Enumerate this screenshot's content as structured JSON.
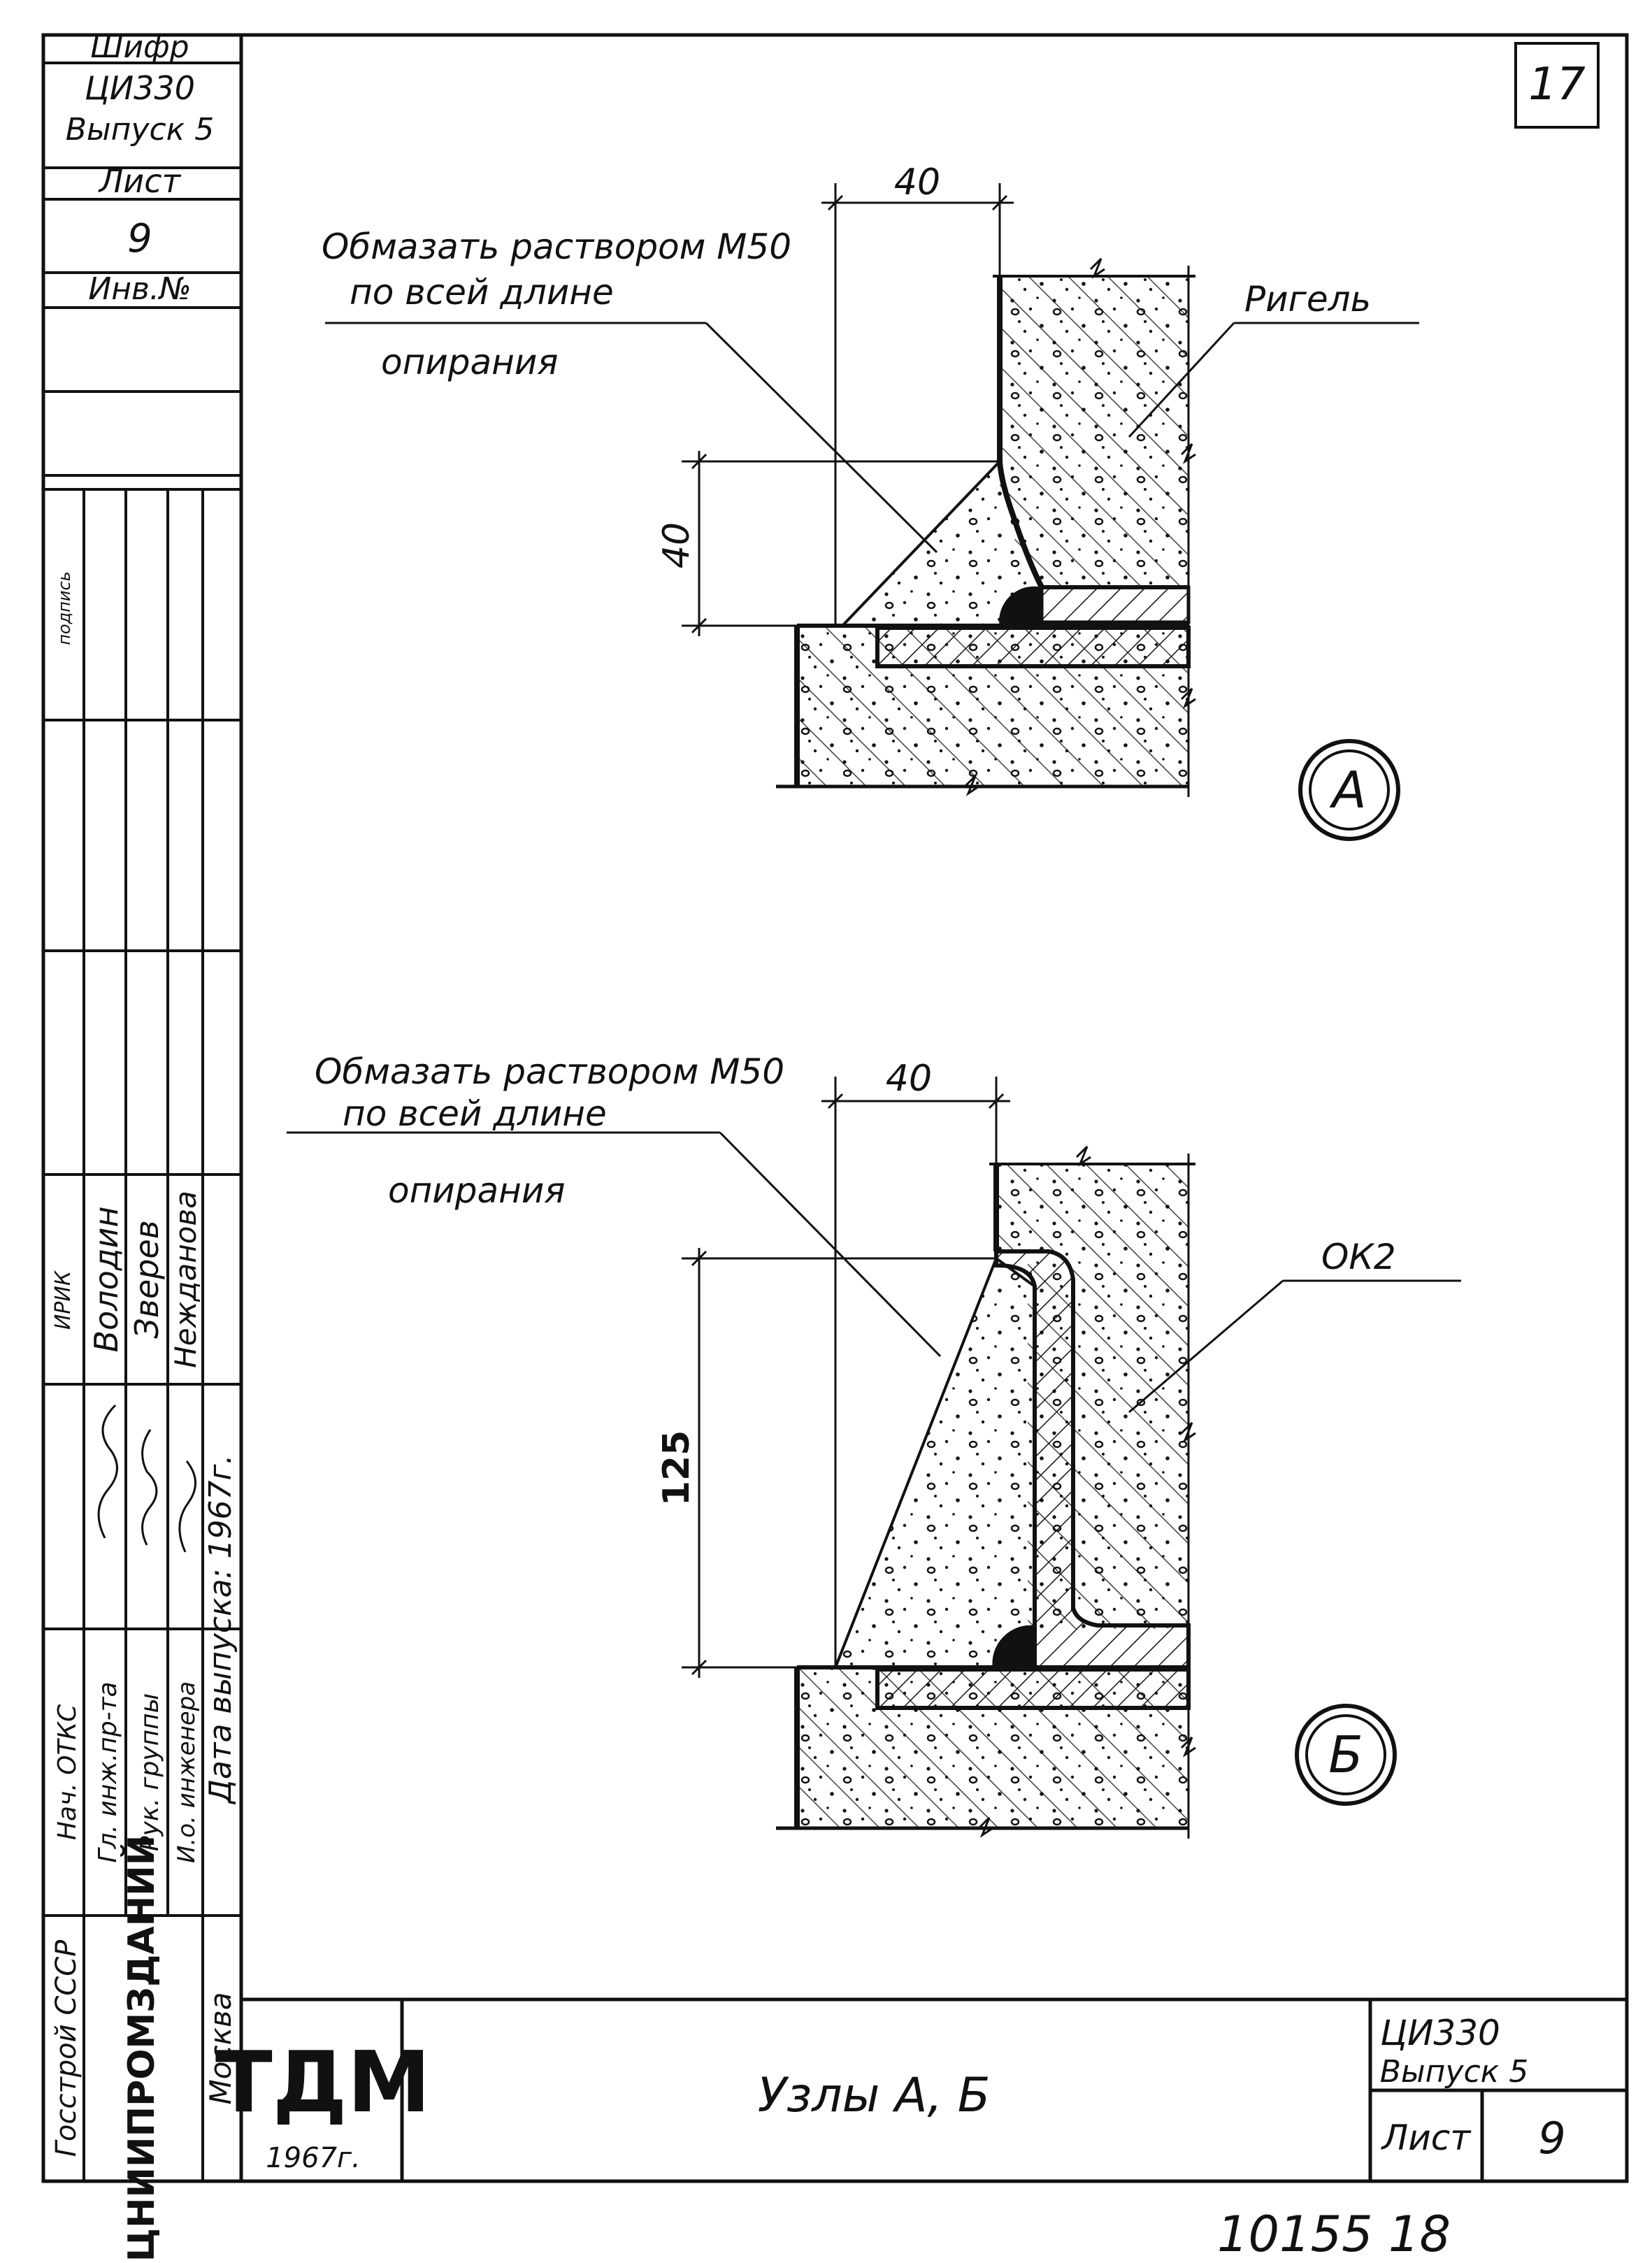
{
  "sheet": {
    "page_number": "17",
    "bottom_number": "10155  18"
  },
  "side_stamp": {
    "cipher_label": "Шифр",
    "cipher_value": "ЦИ330",
    "issue_value": "Выпуск 5",
    "sheet_label": "Лист",
    "sheet_value": "9",
    "inv_label": "Инв.№",
    "org_gosstroy": "Госстрой СССР",
    "org_institute": "ЦНИИПРОМЗДАНИЙ",
    "city": "Москва",
    "col_header": "ИРИК",
    "roles": [
      "Нач. ОТКС",
      "Гл. инж.пр-та",
      "Рук. группы",
      "И.о. инженера"
    ],
    "names": [
      "Володин",
      "Зверев",
      "Нежданова"
    ],
    "date_label": "Дата выпуска: 1967г.",
    "signature_mark": "подпись"
  },
  "title_block": {
    "logo": "ТДМ",
    "logo_year": "1967г.",
    "title": "Узлы  А, Б",
    "code": "ЦИ330",
    "issue": "Выпуск 5",
    "sheet_label": "Лист",
    "sheet_value": "9"
  },
  "node_a": {
    "note_line1": "Обмазать раствором М50",
    "note_line2": "по всей   длине",
    "note_line3": "опирания",
    "dim_top": "40",
    "dim_left": "40",
    "label_rigel": "Ригель",
    "marker": "А"
  },
  "node_b": {
    "note_line1": "Обмазать раствором М50",
    "note_line2": "по всей   длине",
    "note_line3": "опирания",
    "dim_top": "40",
    "dim_left": "125",
    "label_ok": "ОК2",
    "marker": "Б"
  },
  "colors": {
    "ink": "#111111",
    "paper": "#ffffff"
  }
}
